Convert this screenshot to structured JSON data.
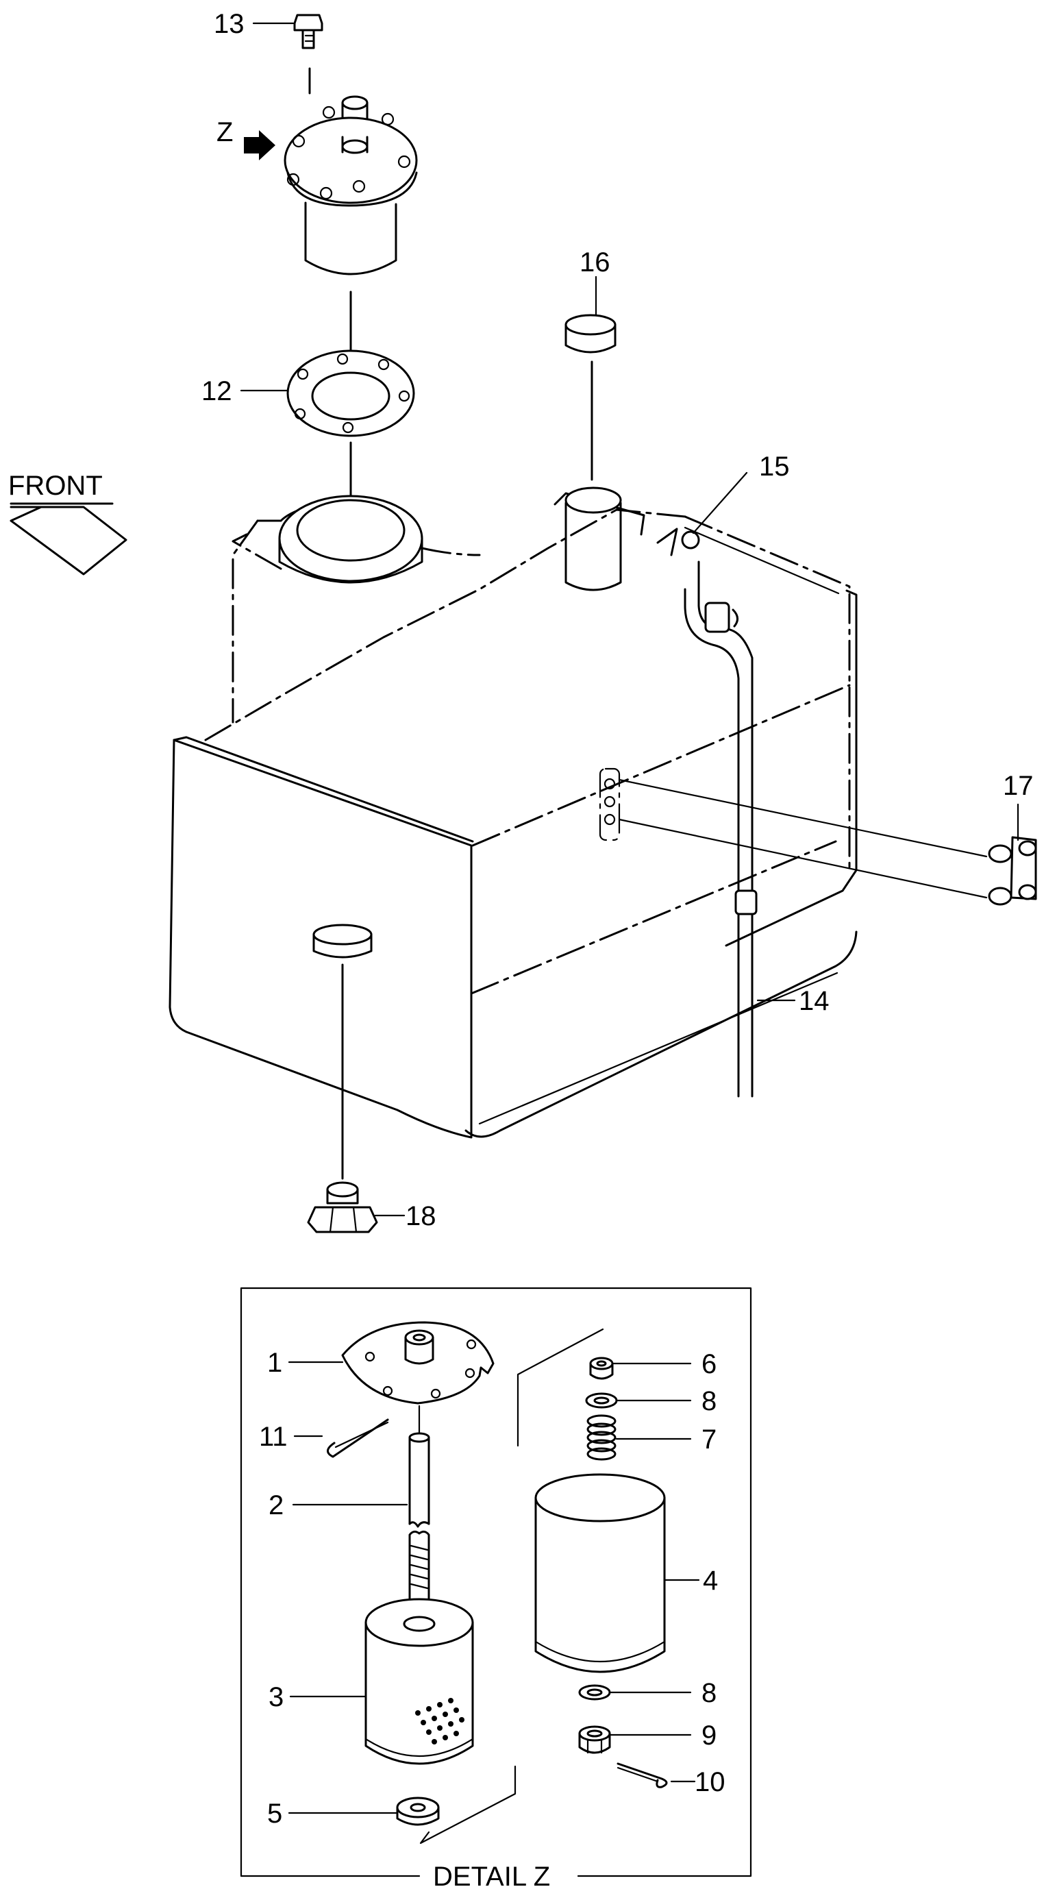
{
  "labels": {
    "p1": "1",
    "p2": "2",
    "p3": "3",
    "p4": "4",
    "p5": "5",
    "p6": "6",
    "p7": "7",
    "p8a": "8",
    "p8b": "8",
    "p9": "9",
    "p10": "10",
    "p11": "11",
    "p12": "12",
    "p13": "13",
    "p14": "14",
    "p15": "15",
    "p16": "16",
    "p17": "17",
    "p18": "18"
  },
  "view_letter": "Z",
  "front_label": "FRONT",
  "detail_title": "DETAIL Z"
}
